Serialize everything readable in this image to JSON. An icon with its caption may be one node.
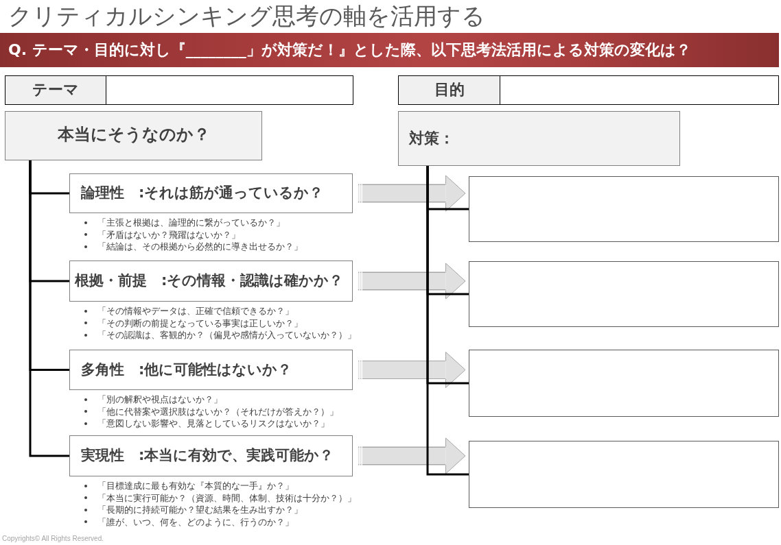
{
  "diagram": {
    "title": "クリティカルシンキング思考の軸を活用する",
    "nodes": [
      {
        "text": [
          "Q. テーマ・目的に対し『________」が対策だ！』とした際、以下思考法活用による対策の変化は？"
        ]
      },
      {
        "text": [
          "テーマ"
        ]
      },
      {
        "text": [
          "目的"
        ]
      },
      {
        "text": [
          "本当にそうなのか？"
        ]
      },
      {
        "text": [
          "論理性　:それは筋が通っているか？"
        ],
        "beside": [
          "「主張と根拠は、論理的に繋がっているか？」",
          "「矛盾はないか？飛躍はないか？」",
          "「結論は、その根拠から必然的に導き出せるか？」"
        ]
      },
      {
        "text": [
          "根拠・前提　:その情報・認識は確かか？"
        ],
        "beside": [
          "「その情報やデータは、正確で信頼できるか？」",
          "「その判断の前提となっている事実は正しいか？」",
          "「その認識は、客観的か？（偏見や感情が入っていないか？）」"
        ]
      },
      {
        "text": [
          "多角性　:他に可能性はないか？"
        ],
        "beside": [
          "「別の解釈や視点はないか？」",
          "「他に代替案や選択肢はないか？（それだけが答えか？）」",
          "「意図しない影響や、見落としているリスクはないか？」"
        ]
      },
      {
        "text": [
          "実現性　:本当に有効で、実践可能か？"
        ],
        "beside": [
          "「目標達成に最も有効な『本質的な一手』か？」",
          "「本当に実行可能か？（資源、時間、体制、技術は十分か？）」",
          "「長期的に持続可能か？望む結果を生み出すか？」",
          "「誰が、いつ、何を、どのように、行うのか？」"
        ]
      },
      {
        "text": [
          "対策："
        ]
      },
      {
        "text": [],
        "shape": "box"
      },
      {
        "text": [],
        "shape": "box"
      },
      {
        "text": [],
        "shape": "box"
      },
      {
        "text": [],
        "shape": "box"
      }
    ],
    "edges": [
      {
        "from": 3,
        "to": 4,
        "arrow": "none"
      },
      {
        "from": 3,
        "to": 5,
        "arrow": "none"
      },
      {
        "from": 3,
        "to": 6,
        "arrow": "none"
      },
      {
        "from": 3,
        "to": 7,
        "arrow": "none"
      },
      {
        "from": 8,
        "to": 9,
        "arrow": "none"
      },
      {
        "from": 8,
        "to": 10,
        "arrow": "none"
      },
      {
        "from": 8,
        "to": 11,
        "arrow": "none"
      },
      {
        "from": 8,
        "to": 12,
        "arrow": "none"
      },
      {
        "from": 4,
        "to": 9,
        "arrow": "to",
        "style": "thick",
        "color": "#e0e0e0"
      },
      {
        "from": 5,
        "to": 10,
        "arrow": "to",
        "style": "thick",
        "color": "#e0e0e0"
      },
      {
        "from": 6,
        "to": 11,
        "arrow": "to",
        "style": "thick",
        "color": "#e0e0e0"
      },
      {
        "from": 7,
        "to": 12,
        "arrow": "to",
        "style": "thick",
        "color": "#e0e0e0"
      }
    ],
    "labels": [
      "Copyrights© All Rights Reserved."
    ]
  }
}
